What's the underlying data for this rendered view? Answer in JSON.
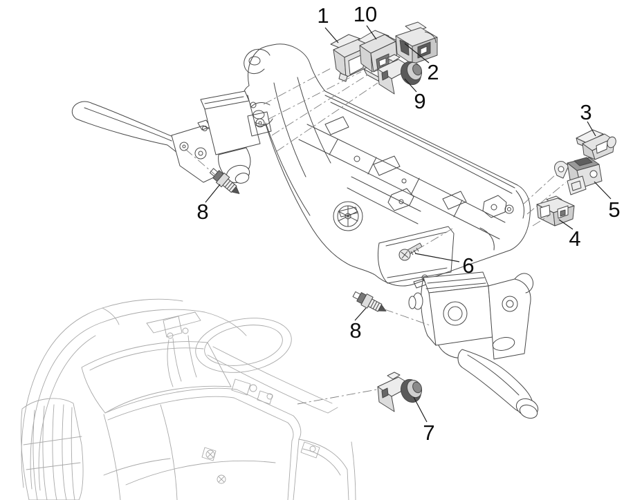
{
  "diagram": {
    "type": "exploded-parts-diagram",
    "subject": "handlebar switch and brake lever assembly",
    "callouts": [
      {
        "label": "1"
      },
      {
        "label": "10"
      },
      {
        "label": "2"
      },
      {
        "label": "9"
      },
      {
        "label": "3"
      },
      {
        "label": "5"
      },
      {
        "label": "4"
      },
      {
        "label": "6"
      },
      {
        "label": "8"
      },
      {
        "label": "8"
      },
      {
        "label": "7"
      }
    ],
    "colors": {
      "background": "#ffffff",
      "line": "#474747",
      "light_line": "#a8a8a8",
      "label": "#0c0c0c",
      "dark_fill": "#5c5c5c",
      "mid_fill": "#c9c9c9",
      "light_fill": "#ececec"
    }
  }
}
